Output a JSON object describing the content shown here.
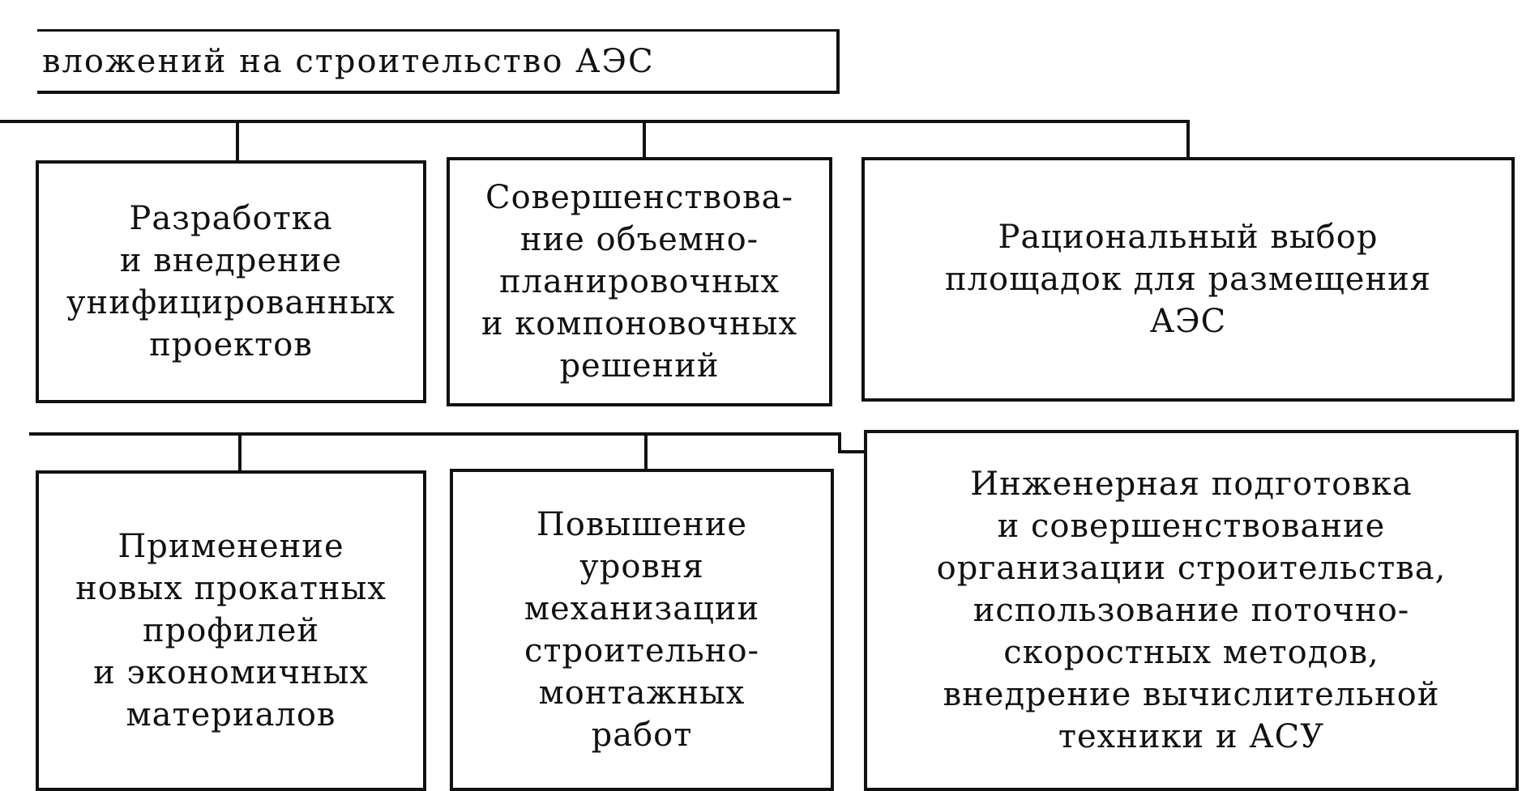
{
  "header": {
    "text": "вложений на строительство АЭС"
  },
  "row1": [
    {
      "label": "Разработка\nи внедрение\nунифицированных\nпроектов"
    },
    {
      "label": "Совершенствова-\nние объемно-\nпланировочных\nи компоновочных\nрешений"
    },
    {
      "label": "Рациональный выбор\nплощадок для размещения\nАЭС"
    }
  ],
  "row2": [
    {
      "label": "Применение\nновых прокатных\nпрофилей\nи экономичных\nматериалов"
    },
    {
      "label": "Повышение\nуровня\nмеханизации\nстроительно-\nмонтажных\nработ"
    },
    {
      "label": "Инженерная подготовка\nи совершенствование\nорганизации строительства,\nиспользование поточно-\nскоростных методов,\nвнедрение вычислительной\nтехники и АСУ"
    }
  ]
}
